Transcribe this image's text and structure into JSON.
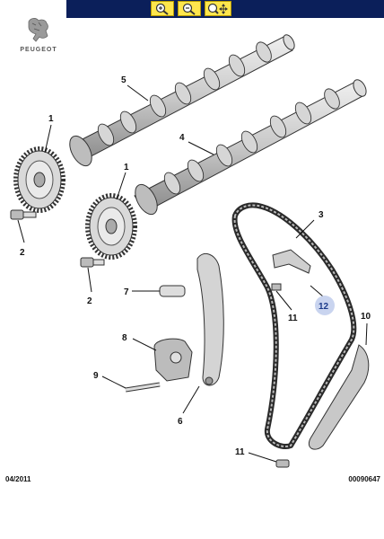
{
  "brand": {
    "name": "PEUGEOT",
    "logo_icon": "peugeot-lion-icon"
  },
  "toolbar": {
    "zoom_in_icon": "zoom-in-icon",
    "zoom_out_icon": "zoom-out-icon",
    "zoom_pan_icon": "zoom-pan-icon"
  },
  "callouts": {
    "c1a": "1",
    "c1b": "1",
    "c2a": "2",
    "c2b": "2",
    "c3": "3",
    "c4": "4",
    "c5": "5",
    "c6": "6",
    "c7": "7",
    "c8": "8",
    "c9": "9",
    "c10": "10",
    "c11a": "11",
    "c11b": "11",
    "c12": "12"
  },
  "footer": {
    "date": "04/2011",
    "ref": "00090647"
  },
  "colors": {
    "topbar": "#0b1f5a",
    "tool_bg": "#ffe64d",
    "callout_12_bg": "#c9d4ef"
  }
}
